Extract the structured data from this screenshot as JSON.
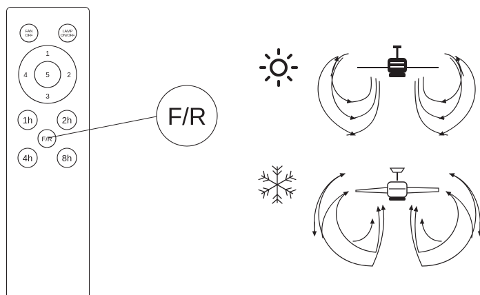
{
  "remote": {
    "buttons": {
      "fan_off": {
        "line1": "FAN",
        "line2": "OFF"
      },
      "lamp": {
        "line1": "LAMP",
        "line2": "ON/OFF"
      },
      "speeds": [
        "1",
        "2",
        "3",
        "4",
        "5"
      ],
      "timers": [
        "1h",
        "2h",
        "4h",
        "8h"
      ],
      "reverse": "F/R"
    }
  },
  "callout": {
    "label": "F/R"
  },
  "modes": [
    {
      "name": "summer",
      "icon": "sun-icon"
    },
    {
      "name": "winter",
      "icon": "snowflake-icon"
    }
  ]
}
